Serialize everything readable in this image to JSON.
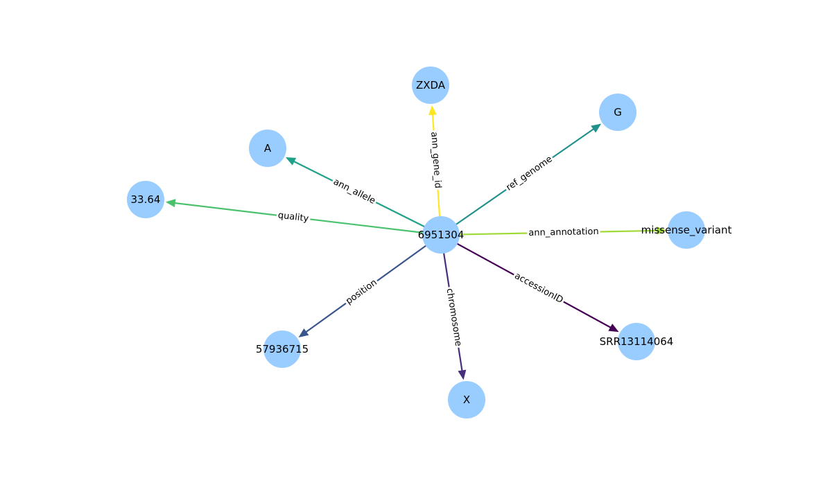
{
  "graph": {
    "center": {
      "id": "center",
      "label": "6951304"
    },
    "nodes": [
      {
        "id": "zxda",
        "label": "ZXDA"
      },
      {
        "id": "g",
        "label": "G"
      },
      {
        "id": "a",
        "label": "A"
      },
      {
        "id": "quality_val",
        "label": "33.64"
      },
      {
        "id": "missense",
        "label": "missense_variant"
      },
      {
        "id": "pos_val",
        "label": "57936715"
      },
      {
        "id": "x",
        "label": "X"
      },
      {
        "id": "srr",
        "label": "SRR13114064"
      }
    ],
    "edges": [
      {
        "target": "zxda",
        "label": "ann_gene_id",
        "color": "#fde725"
      },
      {
        "target": "g",
        "label": "ref_genome",
        "color": "#21918c"
      },
      {
        "target": "a",
        "label": "ann_allele",
        "color": "#1fa187"
      },
      {
        "target": "quality_val",
        "label": "quality",
        "color": "#4ac16d"
      },
      {
        "target": "missense",
        "label": "ann_annotation",
        "color": "#a0da39"
      },
      {
        "target": "pos_val",
        "label": "position",
        "color": "#39568c"
      },
      {
        "target": "x",
        "label": "chromosome",
        "color": "#472d7b"
      },
      {
        "target": "srr",
        "label": "accessionID",
        "color": "#440154"
      }
    ],
    "node_color": "#99ccff"
  }
}
